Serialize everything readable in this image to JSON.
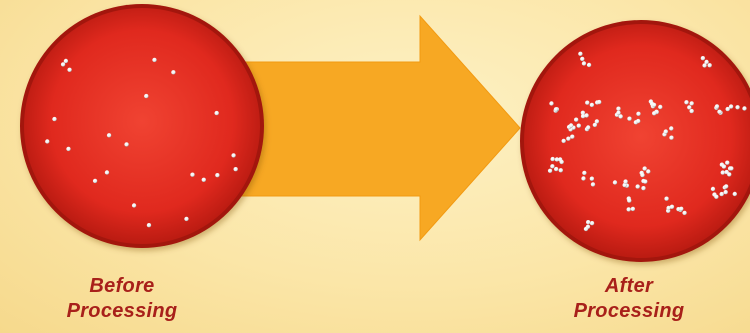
{
  "labels": {
    "before_line1": "Before",
    "before_line2": "Processing",
    "after_line1": "After",
    "after_line2": "Processing"
  },
  "colors": {
    "arrow": "#f7a823",
    "dish_rim": "#9b1510",
    "dish_fill_center": "#ef3f2e",
    "dish_fill_edge": "#b71c14",
    "colony": "#ffffff",
    "caption": "#a8201a"
  },
  "dishes": {
    "before": {
      "colony_count": 22
    },
    "after": {
      "colony_count": 120
    }
  }
}
